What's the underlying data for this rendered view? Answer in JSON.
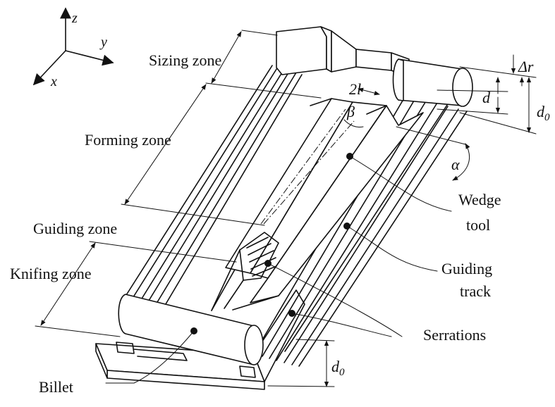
{
  "axes": {
    "z": "z",
    "y": "y",
    "x": "x"
  },
  "zones": {
    "sizing": "Sizing zone",
    "forming": "Forming zone",
    "guiding": "Guiding zone",
    "knifing": "Knifing zone"
  },
  "parts": {
    "wedge_line1": "Wedge",
    "wedge_line2": "tool",
    "guiding_line1": "Guiding",
    "guiding_line2": "track",
    "serrations": "Serrations",
    "billet": "Billet"
  },
  "symbols": {
    "delta_r": "Δr",
    "d": "d",
    "d0_base": "d",
    "d0_sub": "0",
    "two_l": "2l",
    "beta": "β",
    "alpha": "α"
  }
}
